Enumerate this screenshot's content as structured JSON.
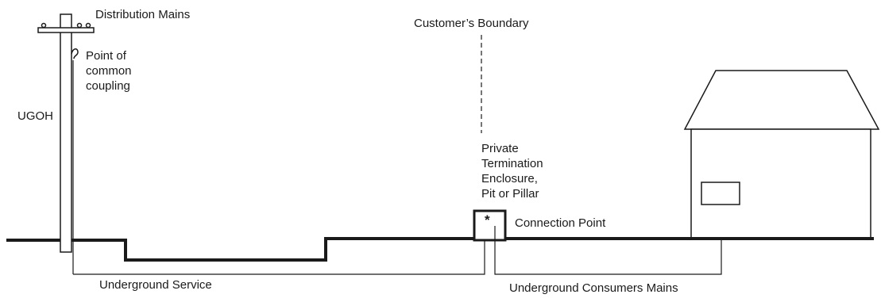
{
  "colors": {
    "line": "#1a1a1a",
    "background": "#ffffff"
  },
  "labels": {
    "distribution_mains": "Distribution Mains",
    "customers_boundary": "Customer’s Boundary",
    "point_of_common_coupling": [
      "Point of",
      "common",
      "coupling"
    ],
    "ugoh": "UGOH",
    "private_termination": [
      "Private",
      "Termination",
      "Enclosure,",
      "Pit or Pillar"
    ],
    "enclosure_marker": "*",
    "connection_point": "Connection Point",
    "underground_service": "Underground Service",
    "underground_consumers_mains": "Underground Consumers Mains"
  }
}
